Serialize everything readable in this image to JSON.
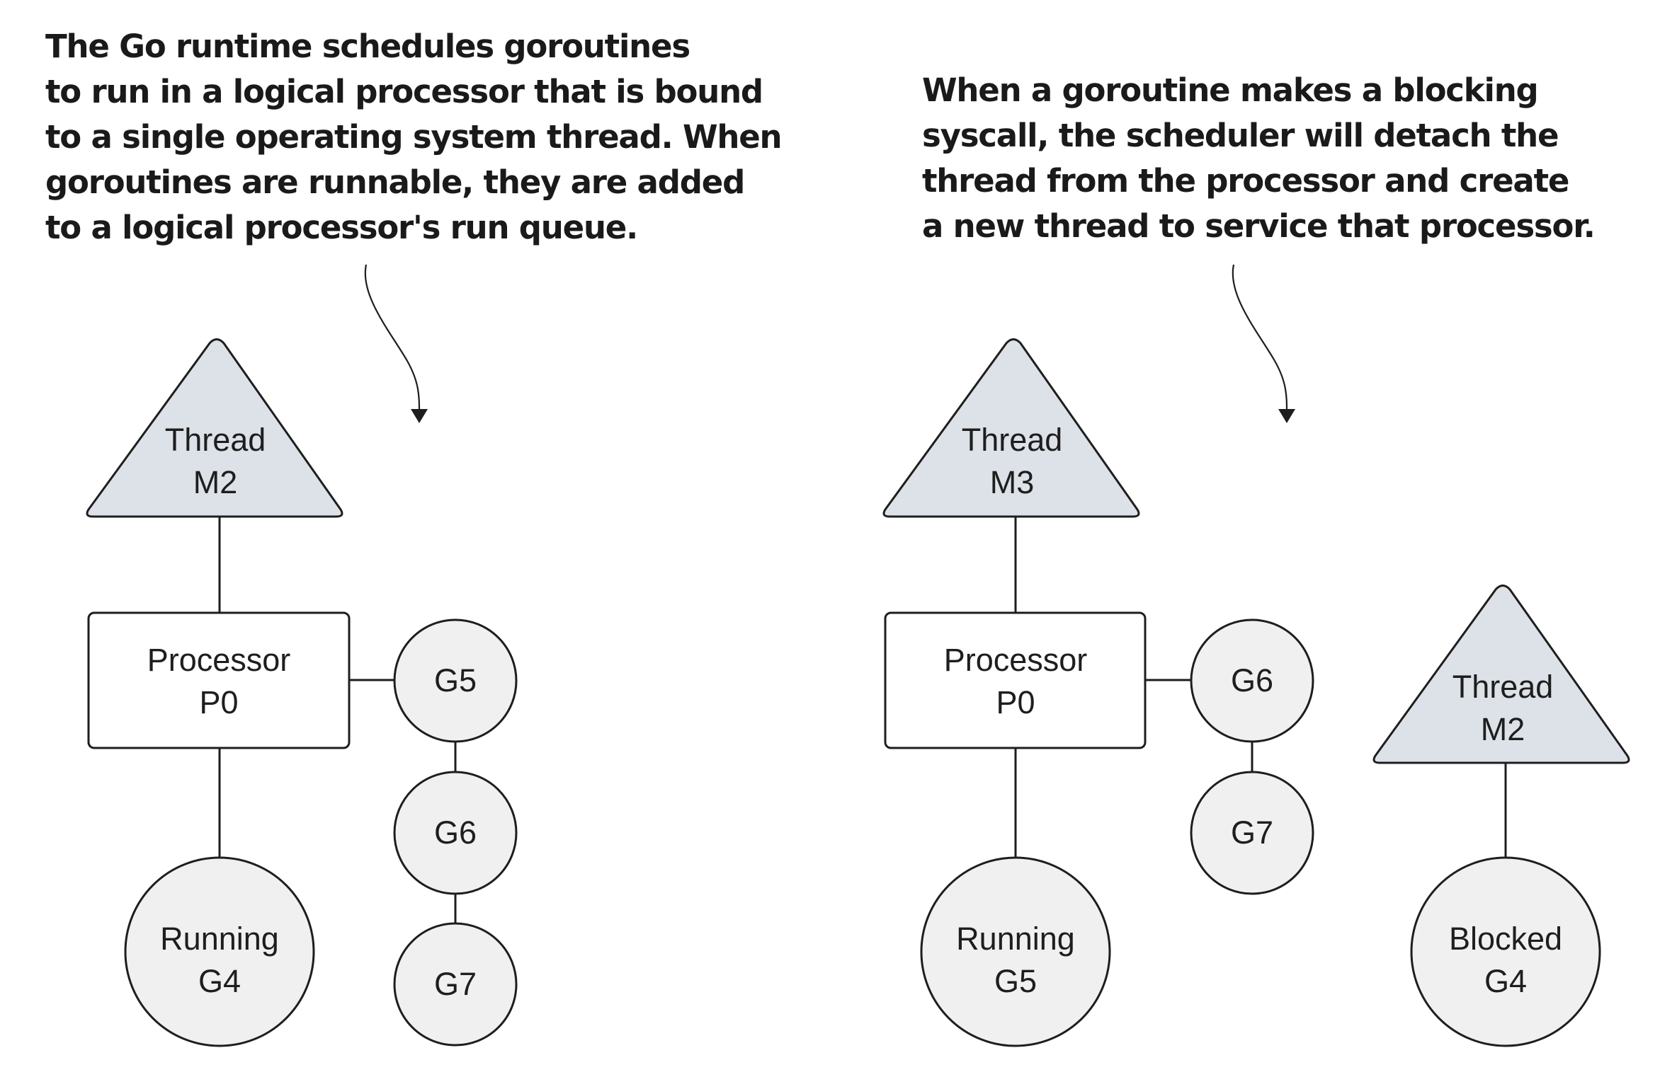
{
  "captions": {
    "left": [
      "The Go runtime schedules goroutines",
      "to run in a logical processor that is bound",
      "to a single operating system thread. When",
      "goroutines are runnable, they are added",
      "to a logical processor's run queue."
    ],
    "right": [
      "When a goroutine makes a blocking",
      "syscall, the scheduler will detach the",
      "thread from the processor and create",
      "a new thread to service that processor."
    ]
  },
  "left_panel": {
    "thread": {
      "line1": "Thread",
      "line2": "M2"
    },
    "processor": {
      "line1": "Processor",
      "line2": "P0"
    },
    "running": {
      "line1": "Running",
      "line2": "G4"
    },
    "queue": [
      "G5",
      "G6",
      "G7"
    ]
  },
  "right_panel": {
    "thread": {
      "line1": "Thread",
      "line2": "M3"
    },
    "processor": {
      "line1": "Processor",
      "line2": "P0"
    },
    "running": {
      "line1": "Running",
      "line2": "G5"
    },
    "queue": [
      "G6",
      "G7"
    ],
    "detached_thread": {
      "line1": "Thread",
      "line2": "M2"
    },
    "blocked": {
      "line1": "Blocked",
      "line2": "G4"
    }
  },
  "colors": {
    "thread_fill": "#dde1e8",
    "goroutine_fill": "#f0f0f0",
    "stroke": "#1e1e1e"
  }
}
